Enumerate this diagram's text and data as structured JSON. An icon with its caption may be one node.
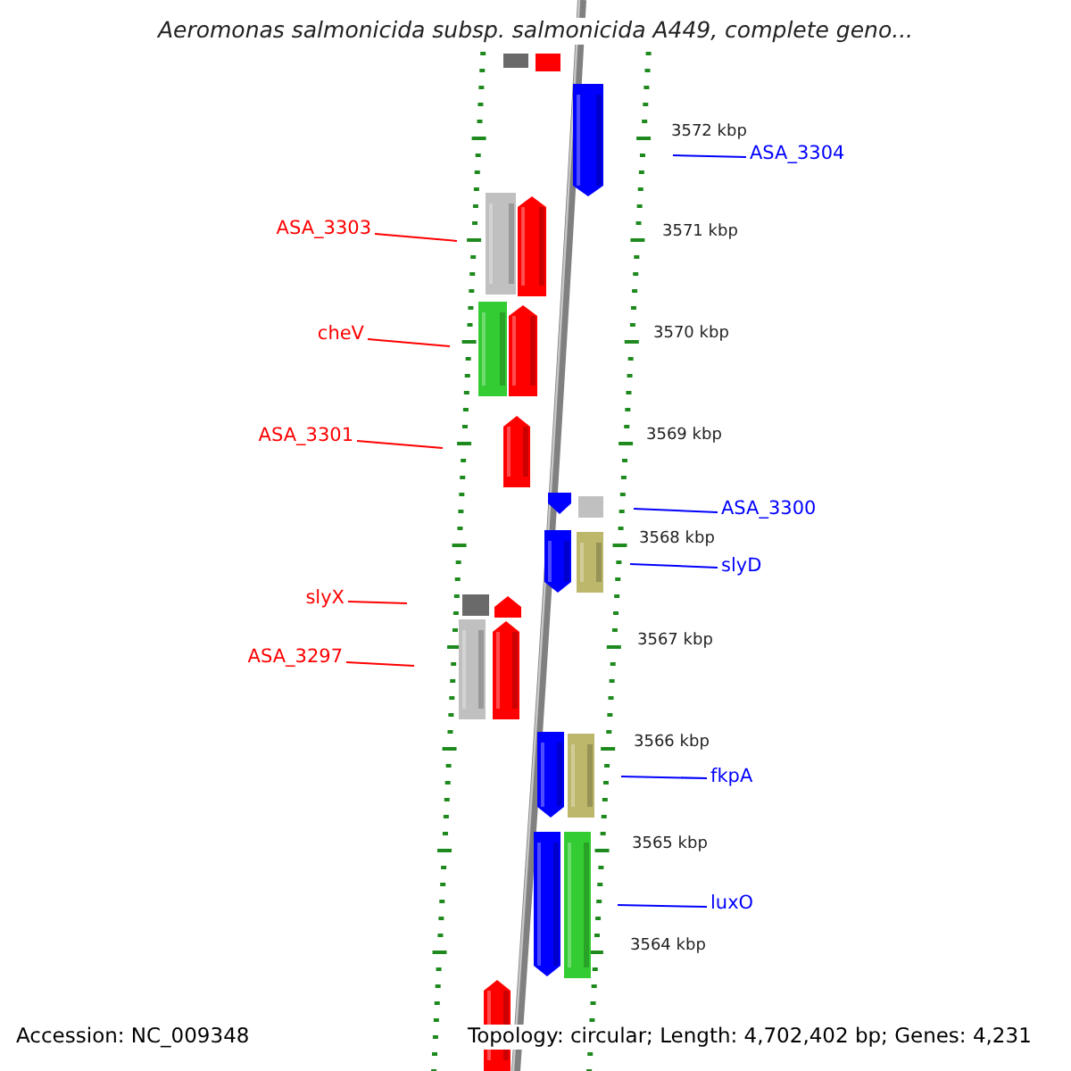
{
  "diagram": {
    "title": "Aeromonas salmonicida subsp. salmonicida A449, complete geno...",
    "nodes": [
      {
        "text": [
          "ASA_3304"
        ]
      },
      {
        "text": [
          "ASA_3303"
        ]
      },
      {
        "text": [
          "cheV"
        ]
      },
      {
        "text": [
          "ASA_3301"
        ]
      },
      {
        "text": [
          "ASA_3300"
        ]
      },
      {
        "text": [
          "slyD"
        ]
      },
      {
        "text": [
          "slyX"
        ]
      },
      {
        "text": [
          "ASA_3297"
        ]
      },
      {
        "text": [
          "fkpA"
        ]
      },
      {
        "text": [
          "luxO"
        ]
      }
    ],
    "edges": [
      {
        "from": 0,
        "to": null,
        "arrow": "none"
      },
      {
        "from": 1,
        "to": null,
        "arrow": "none",
        "color": "#ff0000"
      },
      {
        "from": 2,
        "to": null,
        "arrow": "none",
        "color": "#ff0000"
      },
      {
        "from": 3,
        "to": null,
        "arrow": "none",
        "color": "#ff0000"
      },
      {
        "from": 4,
        "to": null,
        "arrow": "none"
      },
      {
        "from": 5,
        "to": null,
        "arrow": "none"
      },
      {
        "from": 6,
        "to": null,
        "arrow": "none",
        "color": "#ff0000"
      },
      {
        "from": 7,
        "to": null,
        "arrow": "none",
        "color": "#ff0000"
      },
      {
        "from": 8,
        "to": null,
        "arrow": "none"
      },
      {
        "from": 9,
        "to": null,
        "arrow": "none"
      }
    ],
    "labels": [
      "3572 kbp",
      "3571 kbp",
      "3570 kbp",
      "3569 kbp",
      "3568 kbp",
      "3567 kbp",
      "3566 kbp",
      "3565 kbp",
      "3564 kbp",
      "Accession: NC_009348",
      "Topology: circular; Length: 4,702,402 bp; Genes: 4,231"
    ]
  }
}
